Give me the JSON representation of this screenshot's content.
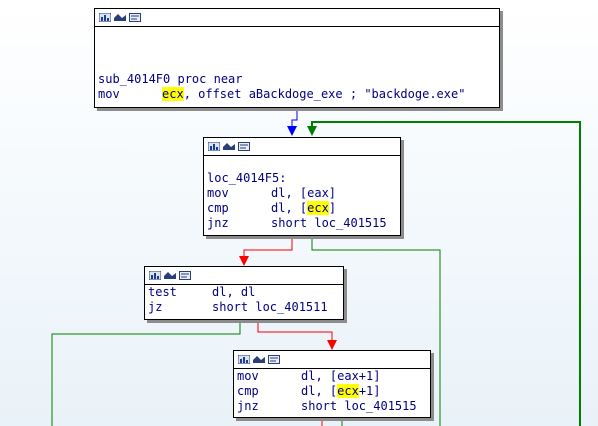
{
  "ui": {
    "highlight_color": "#ffff00",
    "text_color": "#000080",
    "true_edge_color": "#008000",
    "false_edge_color": "#ff0000",
    "unconditional_edge_color": "#0000ff"
  },
  "header_icons": [
    "graph-icon",
    "edit-icon",
    "comment-icon"
  ],
  "blocks": {
    "b1": {
      "line1": {
        "label": "sub_4014F0 proc near"
      },
      "line2": {
        "mnemonic": "mov",
        "reg": "ecx",
        "rest": ", offset aBackdoge_exe ; ",
        "comment": "\"backdoge.exe\""
      }
    },
    "b2": {
      "line1": {
        "label": "loc_4014F5:"
      },
      "line2": {
        "mnemonic": "mov",
        "operands": "dl, [eax]"
      },
      "line3": {
        "mnemonic": "cmp",
        "pre": "dl, [",
        "reg": "ecx",
        "post": "]"
      },
      "line4": {
        "mnemonic": "jnz",
        "operands": "short loc_401515"
      }
    },
    "b3": {
      "line1": {
        "mnemonic": "test",
        "operands": "dl, dl"
      },
      "line2": {
        "mnemonic": "jz",
        "operands": "short loc_401511"
      }
    },
    "b4": {
      "line1": {
        "mnemonic": "mov",
        "operands": "dl, [eax+1]"
      },
      "line2": {
        "mnemonic": "cmp",
        "pre": "dl, [",
        "reg": "ecx",
        "post": "+1]"
      },
      "line3": {
        "mnemonic": "jnz",
        "operands": "short loc_401515"
      }
    }
  }
}
